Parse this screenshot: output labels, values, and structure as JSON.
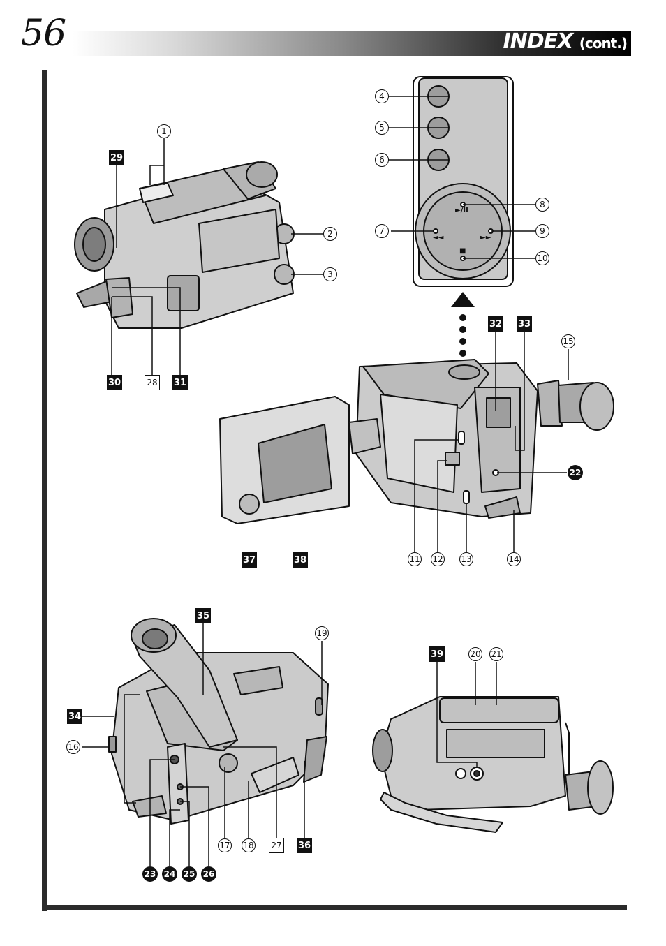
{
  "page": {
    "number": "56",
    "title": "INDEX",
    "title_suffix": "(cont.)"
  },
  "remote_symbols": {
    "play_pause": "►/II",
    "rewind": "◄◄",
    "fast_forward": "►►",
    "stop": "■"
  },
  "callouts": {
    "c1": "1",
    "c2": "2",
    "c3": "3",
    "c4": "4",
    "c5": "5",
    "c6": "6",
    "c7": "7",
    "c8": "8",
    "c9": "9",
    "c10": "10",
    "c11": "11",
    "c12": "12",
    "c13": "13",
    "c14": "14",
    "c15": "15",
    "c16": "16",
    "c17": "17",
    "c18": "18",
    "c19": "19",
    "c20": "20",
    "c21": "21",
    "c22": "22",
    "c23": "23",
    "c24": "24",
    "c25": "25",
    "c26": "26",
    "c27": "27",
    "c28": "28",
    "c29": "29",
    "c30": "30",
    "c31": "31",
    "c32": "32",
    "c33": "33",
    "c34": "34",
    "c35": "35",
    "c36": "36",
    "c37": "37",
    "c38": "38",
    "c39": "39"
  }
}
